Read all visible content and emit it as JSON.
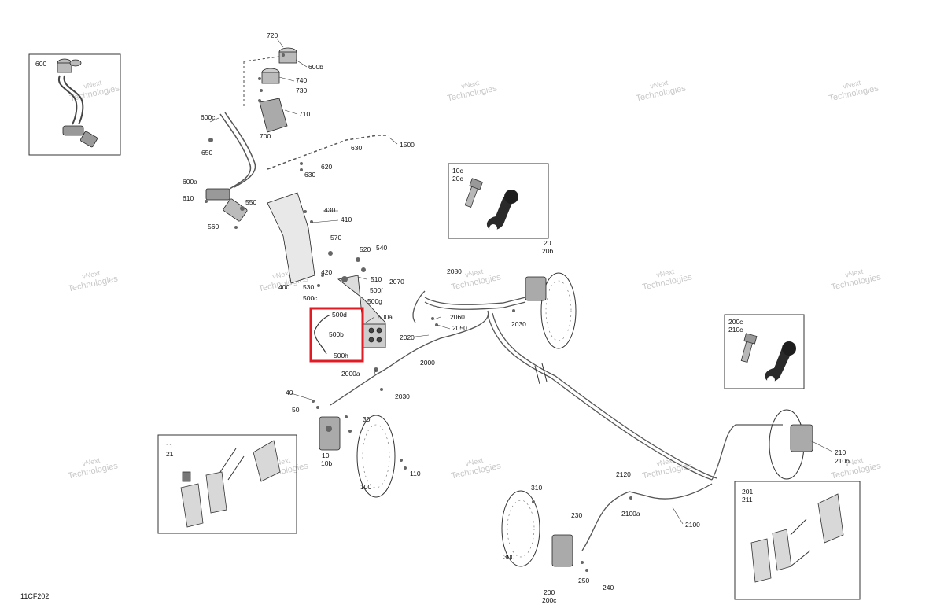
{
  "diagram_code": "11CF202",
  "highlight_color": "#e01b24",
  "watermark": {
    "line1": "vNext",
    "line2": "Technologies"
  },
  "inset_labels": {
    "master_cyl": "600",
    "bleeder_front": [
      "10c",
      "20c"
    ],
    "bleeder_rear": [
      "200c",
      "210c"
    ],
    "pads_front": [
      "11",
      "21"
    ],
    "pads_rear": [
      "201",
      "211"
    ]
  },
  "labels": {
    "p720": "720",
    "p600b": "600b",
    "p740": "740",
    "p730": "730",
    "p710": "710",
    "p700": "700",
    "p600c": "600c",
    "p650": "650",
    "p630a": "630",
    "p1500": "1500",
    "p620": "620",
    "p630b": "630",
    "p600a": "600a",
    "p610": "610",
    "p550": "550",
    "p430": "430",
    "p410": "410",
    "p560": "560",
    "p570": "570",
    "p520": "520",
    "p540": "540",
    "p420": "420",
    "p510": "510",
    "p530": "530",
    "p400": "400",
    "p500f": "500f",
    "p500c": "500c",
    "p500g": "500g",
    "p500d": "500d",
    "p500a": "500a",
    "p500b": "500b",
    "p500h": "500h",
    "p2080": "2080",
    "p2070": "2070",
    "p20": "20",
    "p20b": "20b",
    "p2060": "2060",
    "p2050": "2050",
    "p2030a": "2030",
    "p2020": "2020",
    "p2000": "2000",
    "p2000a": "2000a",
    "p2030b": "2030",
    "p40": "40",
    "p50": "50",
    "p30": "30",
    "p10": "10",
    "p10b": "10b",
    "p110": "110",
    "p100": "100",
    "p310": "310",
    "p230": "230",
    "p300": "300",
    "p250": "250",
    "p240": "240",
    "p200": "200",
    "p200c": "200c",
    "p2120": "2120",
    "p2100a": "2100a",
    "p2100": "2100",
    "p210": "210",
    "p210b": "210b"
  }
}
